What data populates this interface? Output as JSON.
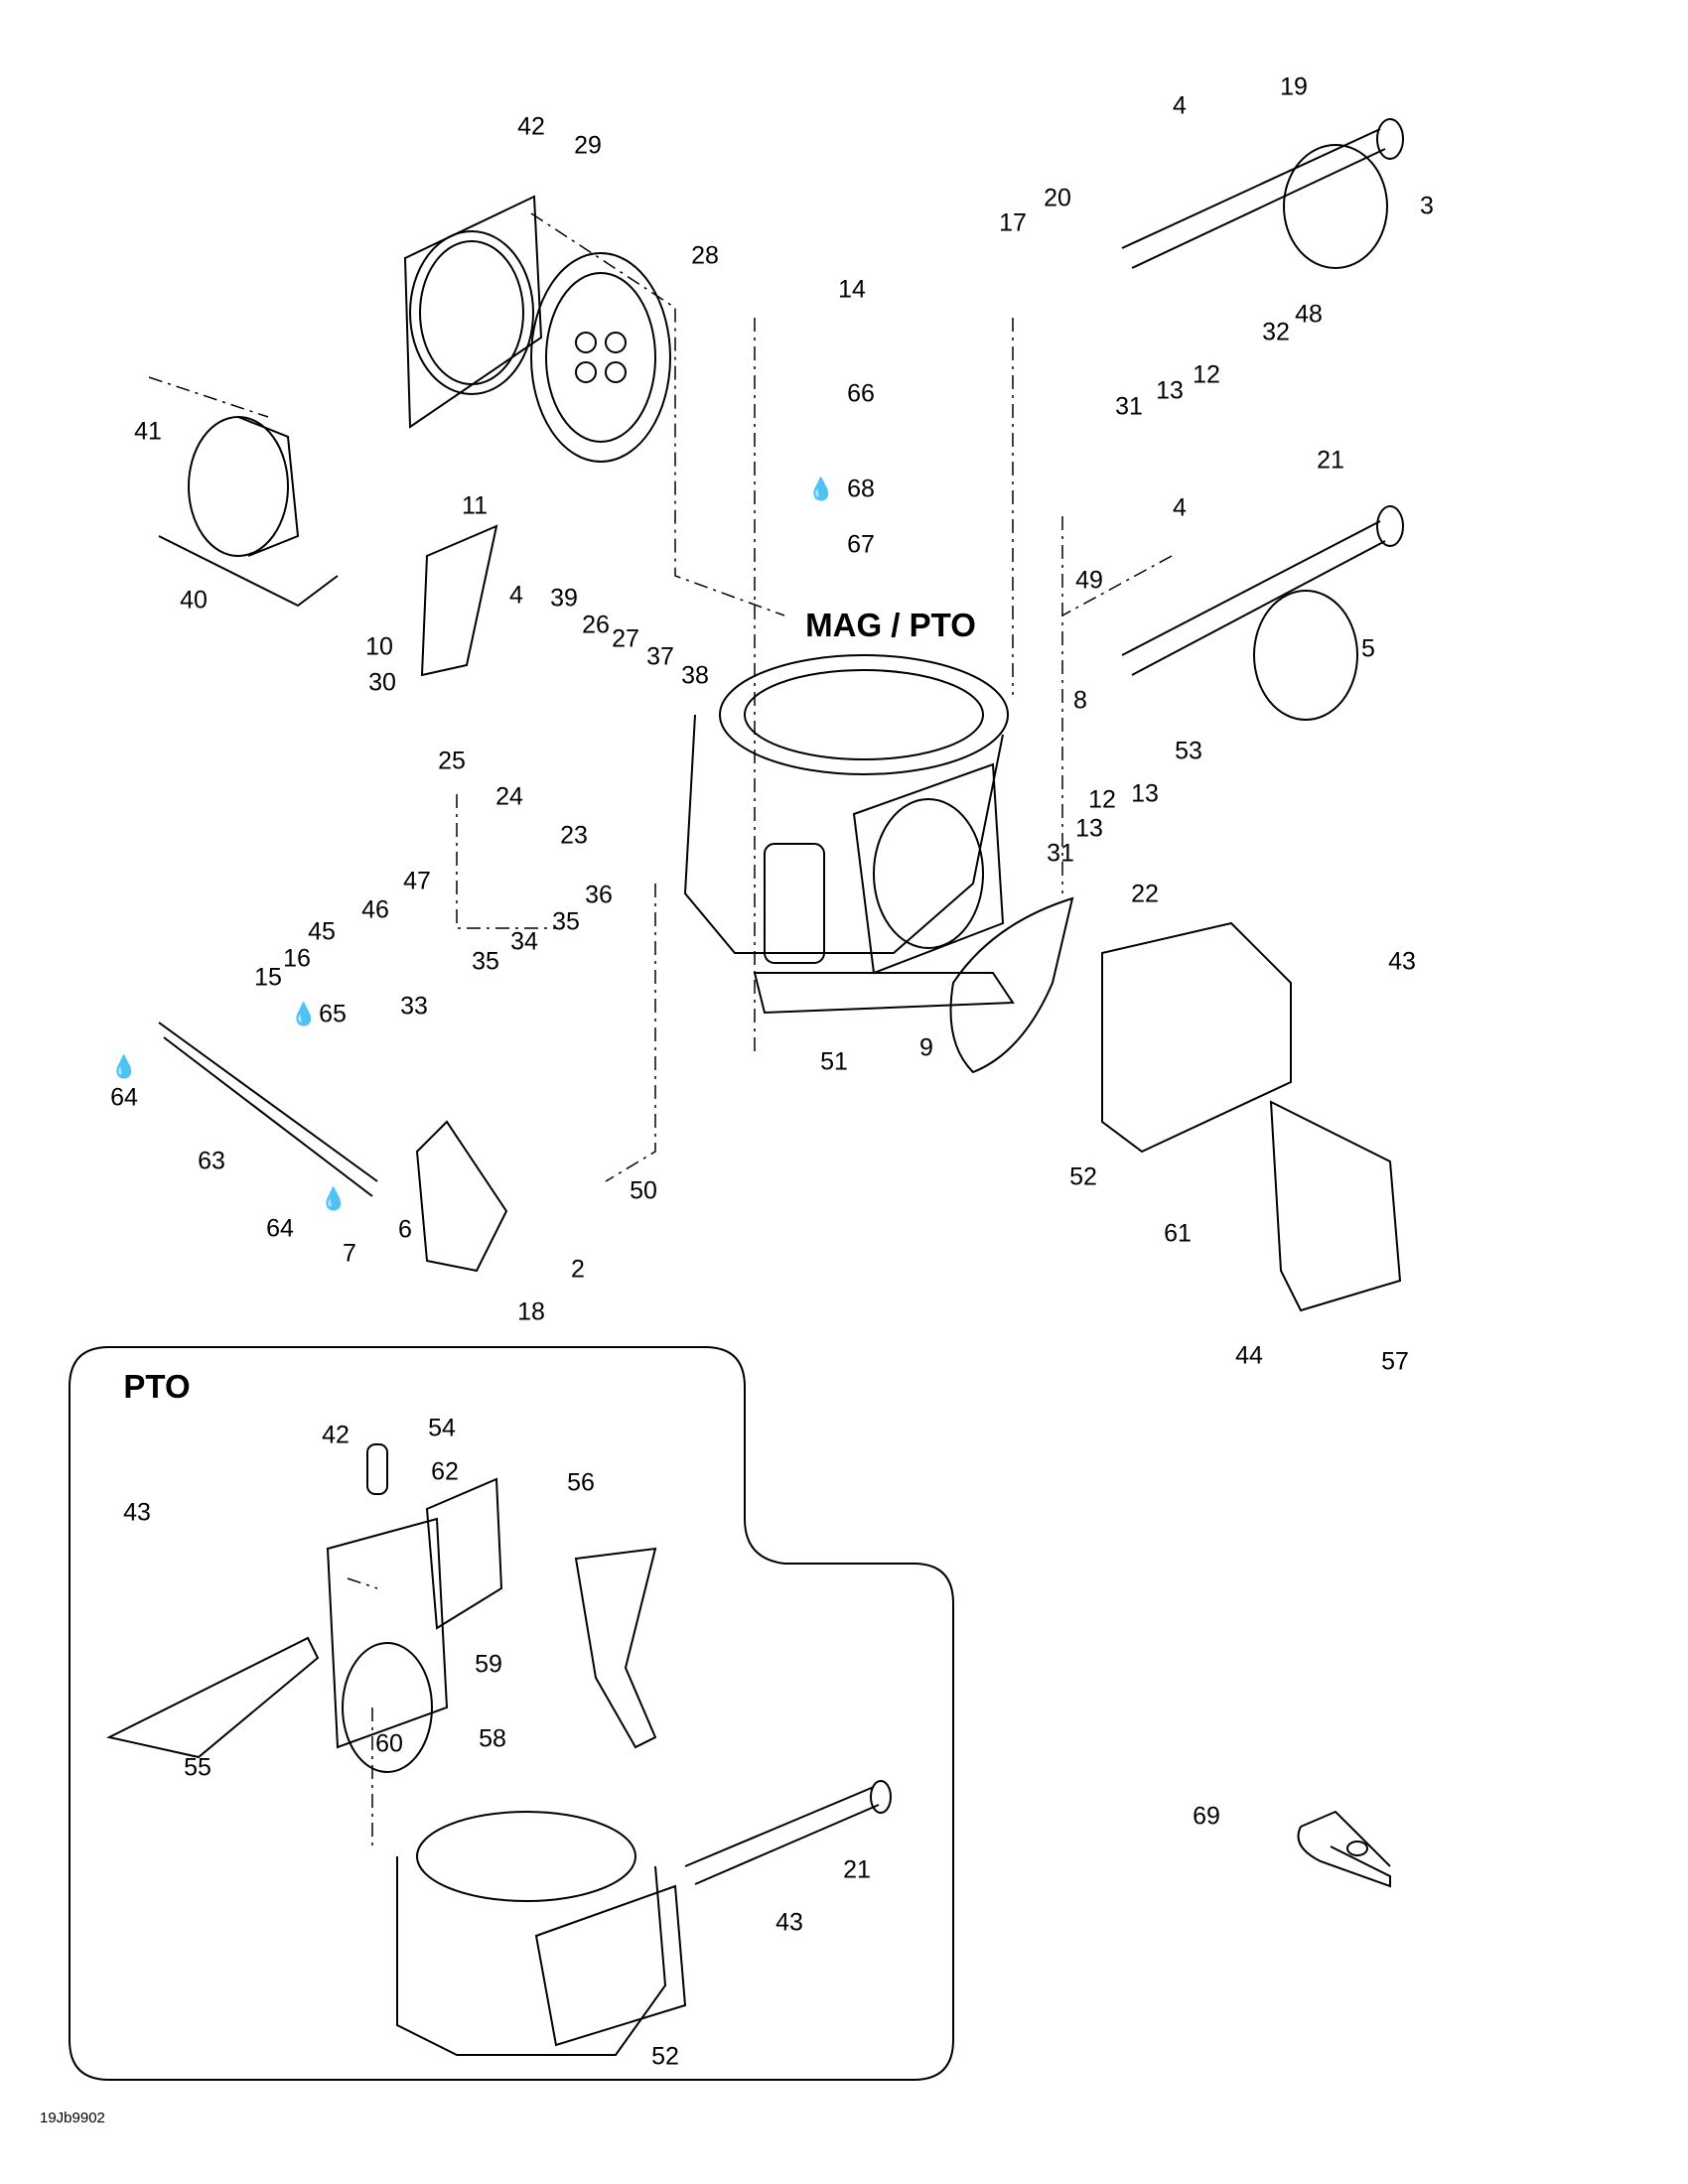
{
  "diagram": {
    "main_title": "MAG / PTO",
    "inset_title": "PTO",
    "reference_code": "19Jb9902",
    "oil_icon": "oil-drop-icon",
    "main_labels": [
      "42",
      "29",
      "28",
      "41",
      "40",
      "11",
      "10",
      "30",
      "4",
      "39",
      "26",
      "27",
      "37",
      "38",
      "25",
      "24",
      "23",
      "14",
      "66",
      "68",
      "67",
      "17",
      "20",
      "19",
      "4",
      "3",
      "48",
      "32",
      "31",
      "13",
      "12",
      "21",
      "4",
      "49",
      "5",
      "8",
      "53",
      "13",
      "12",
      "13",
      "31",
      "47",
      "46",
      "45",
      "16",
      "15",
      "36",
      "35",
      "34",
      "35",
      "33",
      "65",
      "64",
      "63",
      "64",
      "22",
      "43",
      "51",
      "9",
      "52",
      "61",
      "50",
      "2",
      "18",
      "6",
      "7",
      "44",
      "57"
    ],
    "inset_labels": [
      "54",
      "42",
      "62",
      "56",
      "43",
      "59",
      "58",
      "60",
      "55",
      "21",
      "43",
      "52"
    ],
    "standalone_labels": [
      "69"
    ]
  }
}
